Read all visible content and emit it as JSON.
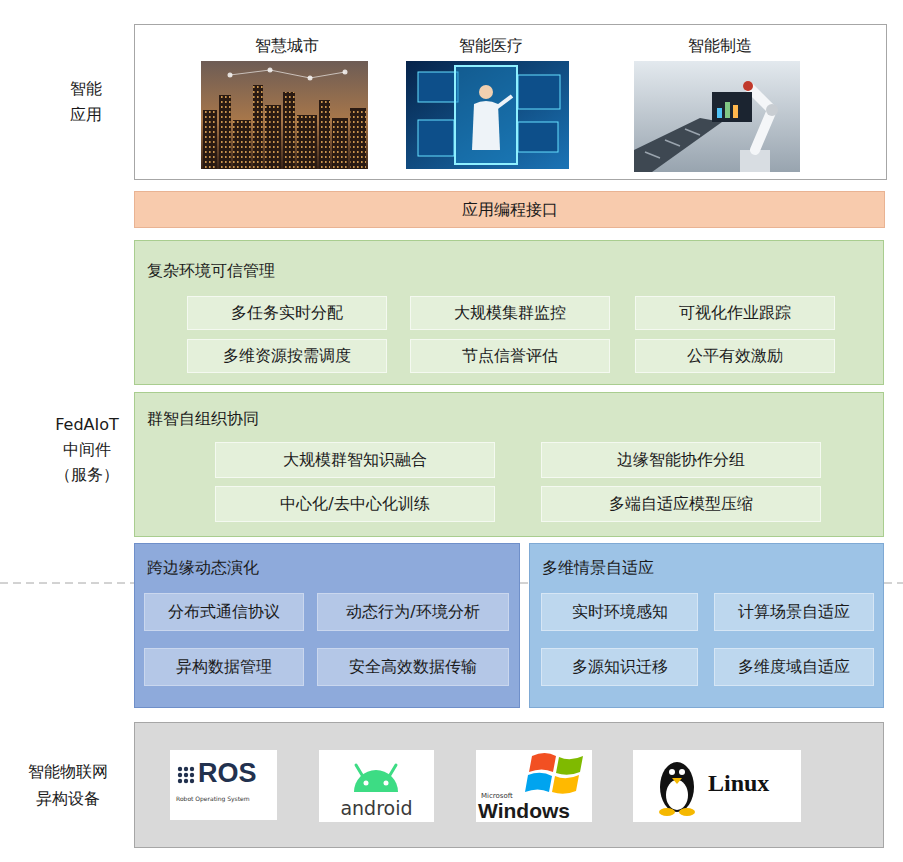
{
  "diagram": {
    "nodes": [
      {
        "text": [
          "智能 应用"
        ]
      },
      {
        "text": [
          "智慧城市"
        ],
        "in": 0
      },
      {
        "text": [
          "智能医疗"
        ],
        "in": 0
      },
      {
        "text": [
          "智能制造"
        ],
        "in": 0
      },
      {
        "text": [
          "应用编程接口"
        ]
      },
      {
        "text": [
          "复杂环境可信管理"
        ]
      },
      {
        "text": [
          "多任务实时分配"
        ],
        "in": 5
      },
      {
        "text": [
          "大规模集群监控"
        ],
        "in": 5
      },
      {
        "text": [
          "可视化作业跟踪"
        ],
        "in": 5
      },
      {
        "text": [
          "多维资源按需调度"
        ],
        "in": 5
      },
      {
        "text": [
          "节点信誉评估"
        ],
        "in": 5
      },
      {
        "text": [
          "公平有效激励"
        ],
        "in": 5
      },
      {
        "text": [
          "群智自组织协同"
        ]
      },
      {
        "text": [
          "大规模群智知识融合"
        ],
        "in": 12
      },
      {
        "text": [
          "边缘智能协作分组"
        ],
        "in": 12
      },
      {
        "text": [
          "中心化/去中心化训练"
        ],
        "in": 12
      },
      {
        "text": [
          "多端自适应模型压缩"
        ],
        "in": 12
      },
      {
        "text": [
          "跨边缘动态演化"
        ]
      },
      {
        "text": [
          "分布式通信协议"
        ],
        "in": 17
      },
      {
        "text": [
          "动态行为/环境分析"
        ],
        "in": 17
      },
      {
        "text": [
          "异构数据管理"
        ],
        "in": 17
      },
      {
        "text": [
          "安全高效数据传输"
        ],
        "in": 17
      },
      {
        "text": [
          "多维情景自适应"
        ]
      },
      {
        "text": [
          "实时环境感知"
        ],
        "in": 22
      },
      {
        "text": [
          "计算场景自适应"
        ],
        "in": 22
      },
      {
        "text": [
          "多源知识迁移"
        ],
        "in": 22
      },
      {
        "text": [
          "多维度域自适应"
        ],
        "in": 22
      },
      {
        "text": [
          "智能物联网 异构设备"
        ]
      }
    ],
    "labels": [
      "FedAIoT 中间件 （服务）",
      "ROS",
      "Robot Operating System",
      "android",
      "Microsoft",
      "Windows",
      "Linux"
    ]
  }
}
